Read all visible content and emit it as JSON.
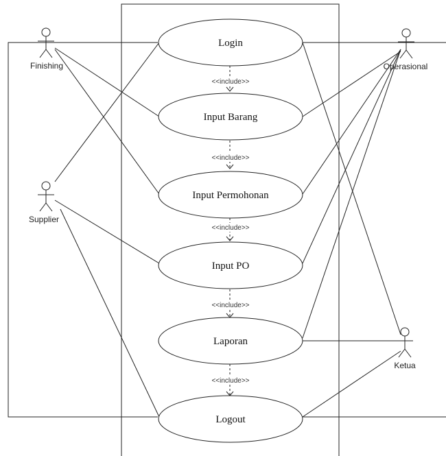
{
  "use_cases": [
    {
      "id": "login",
      "label": "Login"
    },
    {
      "id": "input-barang",
      "label": "Input Barang"
    },
    {
      "id": "input-permohonan",
      "label": "Input Permohonan"
    },
    {
      "id": "input-po",
      "label": "Input PO"
    },
    {
      "id": "laporan",
      "label": "Laporan"
    },
    {
      "id": "logout",
      "label": "Logout"
    }
  ],
  "actors": [
    {
      "id": "finishing",
      "label": "Finishing"
    },
    {
      "id": "supplier",
      "label": "Supplier"
    },
    {
      "id": "operasional",
      "label": "Operasional"
    },
    {
      "id": "ketua",
      "label": "Ketua"
    }
  ],
  "include_label": "<<include>>"
}
